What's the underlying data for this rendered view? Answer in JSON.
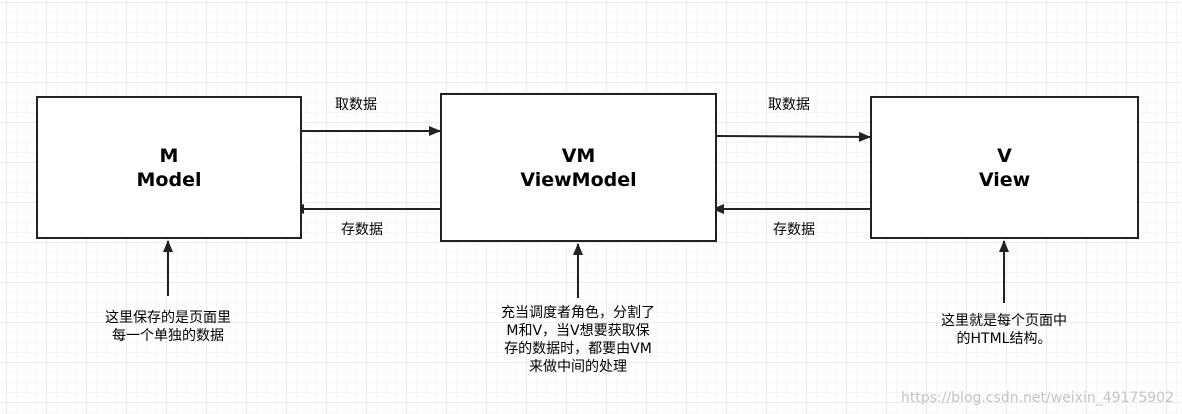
{
  "boxes": {
    "m": {
      "line1": "M",
      "line2": "Model"
    },
    "vm": {
      "line1": "VM",
      "line2": "ViewModel"
    },
    "v": {
      "line1": "V",
      "line2": "View"
    }
  },
  "edges": {
    "m_vm_fetch": "取数据",
    "vm_m_store": "存数据",
    "vm_v_fetch": "取数据",
    "v_vm_store": "存数据"
  },
  "notes": {
    "m": [
      "这里保存的是页面里",
      "每一个单独的数据"
    ],
    "vm": [
      "充当调度者角色，分割了",
      "M和V，当V想要获取保",
      "存的数据时，都要由VM",
      "来做中间的处理"
    ],
    "v": [
      "这里就是每个页面中",
      "的HTML结构。"
    ]
  },
  "watermark": "https://blog.csdn.net/weixin_49175902",
  "colors": {
    "stroke": "#222222",
    "grid": "#ebebeb",
    "watermark": "#c4c4c4"
  }
}
